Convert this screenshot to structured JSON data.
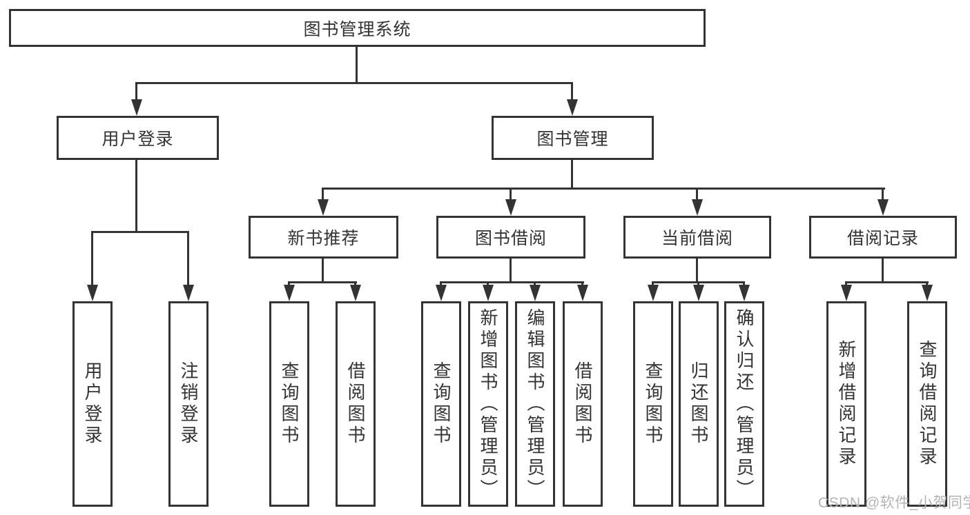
{
  "diagram": {
    "type": "hierarchy",
    "levels": 4
  },
  "colors": {
    "line": "#333333",
    "background": "#ffffff",
    "text": "#333333",
    "watermark": "#b4b4b4"
  },
  "nodes": {
    "root": "图书管理系统",
    "user_login_branch": "用户登录",
    "book_management": "图书管理",
    "new_book_recommend": "新书推荐",
    "book_borrow": "图书借阅",
    "current_borrow": "当前借阅",
    "borrow_records": "借阅记录",
    "leaf_user_login": "用户登录",
    "leaf_logout": "注销登录",
    "leaf_nb_query_books": "查询图书",
    "leaf_nb_borrow_books": "借阅图书",
    "leaf_bb_query_books": "查询图书",
    "leaf_bb_add_books": "新增图书（管理员）",
    "leaf_bb_edit_books": "编辑图书（管理员）",
    "leaf_bb_borrow_books": "借阅图书",
    "leaf_cb_query_books": "查询图书",
    "leaf_cb_return_books": "归还图书",
    "leaf_cb_confirm_return": "确认归还（管理员）",
    "leaf_br_add_record": "新增借阅记录",
    "leaf_br_query_record": "查询借阅记录"
  },
  "watermark": {
    "text": "CSDN @软件_小贺同学"
  }
}
